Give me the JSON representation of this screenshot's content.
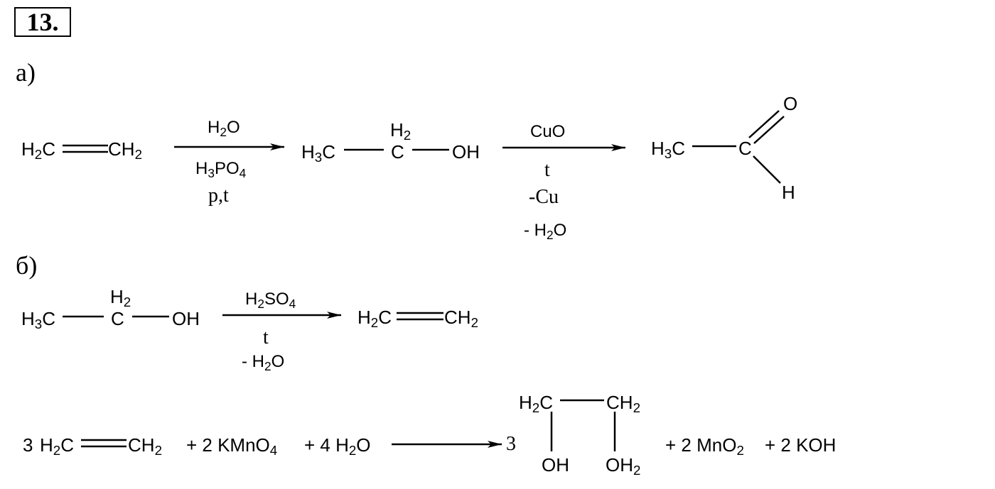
{
  "problem_number": "13.",
  "part_a": {
    "label": "а)",
    "ethylene": {
      "left": "H2C",
      "right": "CH2"
    },
    "arrow1": {
      "above": "H2O",
      "below_1": "H3PO4",
      "below_2": "p,t"
    },
    "ethanol": {
      "ch3": "H3C",
      "ch2_top": "H2",
      "c": "C",
      "oh": "OH"
    },
    "arrow2": {
      "above": "CuO",
      "below_1": "t",
      "below_2": "-Cu",
      "below_3": "- H2O"
    },
    "acetaldehyde": {
      "ch3": "H3C",
      "c": "C",
      "o": "O",
      "h": "H"
    }
  },
  "part_b": {
    "label": "б)",
    "ethanol": {
      "ch3": "H3C",
      "ch2_top": "H2",
      "c": "C",
      "oh": "OH"
    },
    "arrow1": {
      "above": "H2SO4",
      "below_1": "t",
      "below_2": "- H2O"
    },
    "ethylene": {
      "left": "H2C",
      "right": "CH2"
    },
    "eq2": {
      "coef_ethylene": "3",
      "ethylene": {
        "left": "H2C",
        "right": "CH2"
      },
      "reagent1": "+ 2 KMnO4",
      "reagent2": "+ 4 H2O",
      "coef_product": "3",
      "glycol": {
        "c1": "H2C",
        "c2": "CH2",
        "oh1": "OH",
        "oh2": "OH2"
      },
      "product2": "+ 2 MnO2",
      "product3": "+  2 KOH"
    }
  }
}
